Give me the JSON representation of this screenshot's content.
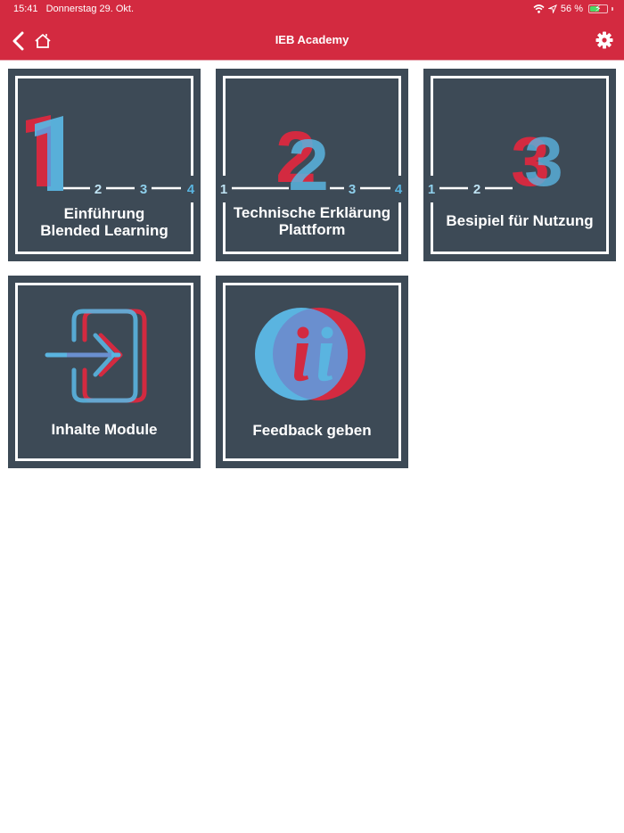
{
  "status_bar": {
    "time": "15:41",
    "date": "Donnerstag 29. Okt.",
    "battery_percent": "56 %"
  },
  "nav": {
    "title": "IEB Academy",
    "back_icon": "chevron-left-icon",
    "home_icon": "home-icon",
    "settings_icon": "gear-icon"
  },
  "colors": {
    "brand_red": "#d32a40",
    "tile_bg": "#3d4a56",
    "accent_blue": "#5ab4e0",
    "overlap_blue": "#6a8fcf"
  },
  "tiles": [
    {
      "label_line1": "Einführung",
      "label_line2": "Blended Learning",
      "step_markers": [
        "2",
        "3",
        "4"
      ]
    },
    {
      "label_line1": "Technische Erklärung",
      "label_line2": "Plattform",
      "step_markers": [
        "1",
        "3",
        "4"
      ]
    },
    {
      "label_line1": "Besipiel für Nutzung",
      "step_markers": [
        "1",
        "2"
      ]
    },
    {
      "label_line1": "Inhalte Module"
    },
    {
      "label_line1": "Feedback geben"
    }
  ]
}
